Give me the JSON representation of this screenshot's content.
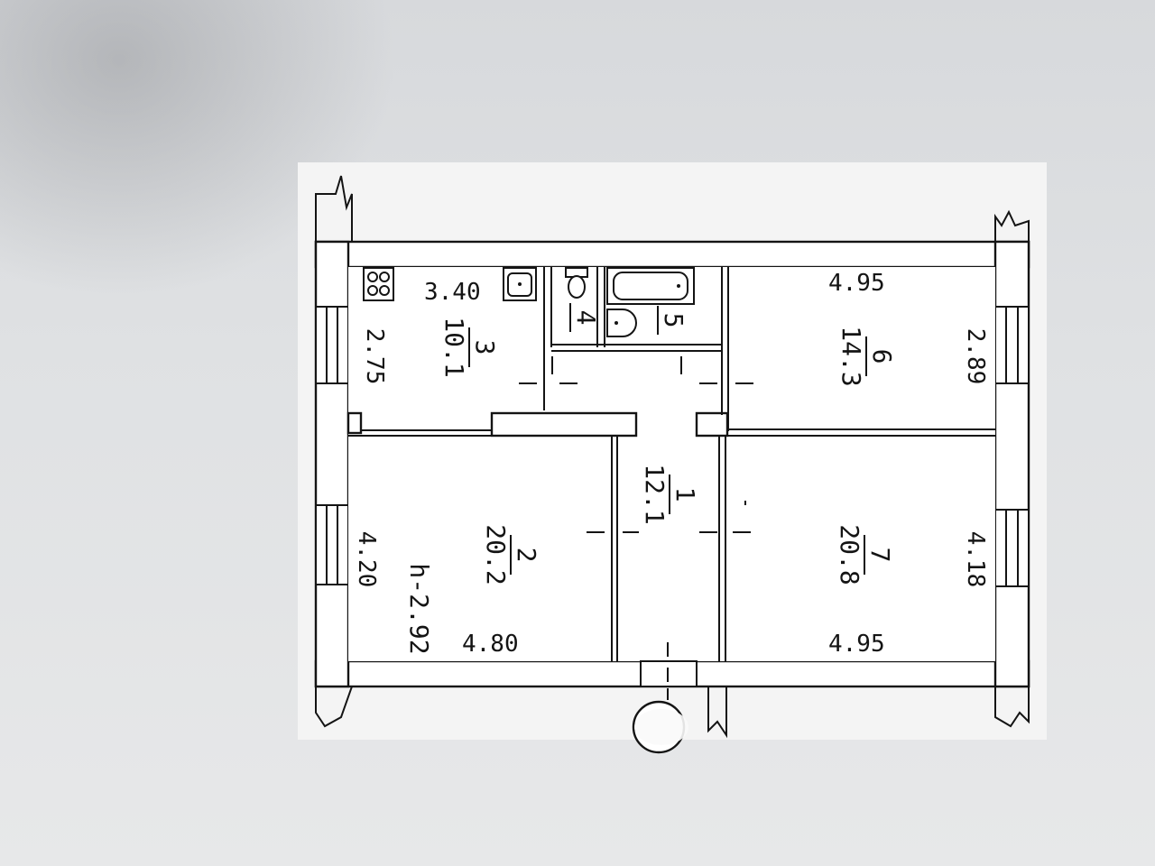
{
  "rooms": [
    {
      "number": "1",
      "area": "12.1"
    },
    {
      "number": "2",
      "area": "20.2",
      "width": "4.80",
      "length": "4.20",
      "height": "h-2.92"
    },
    {
      "number": "3",
      "area": "10.1",
      "width": "3.40",
      "length": "2.75"
    },
    {
      "number": "4"
    },
    {
      "number": "5"
    },
    {
      "number": "6",
      "area": "14.3",
      "width": "4.95",
      "length": "2.89"
    },
    {
      "number": "7",
      "area": "20.8",
      "width": "4.95",
      "length": "4.18"
    }
  ],
  "colors": {
    "line": "#141414",
    "paper": "#ffffff"
  }
}
